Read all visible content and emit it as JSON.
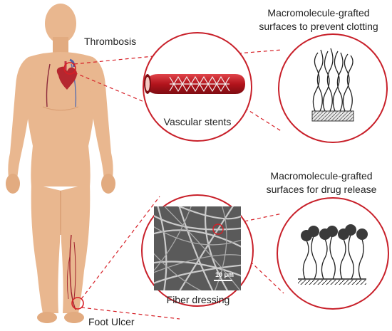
{
  "labels": {
    "thrombosis": "Thrombosis",
    "foot_ulcer": "Foot Ulcer",
    "vascular_stents": "Vascular stents",
    "fiber_dressing": "Fiber dressing",
    "scale_bar": "10 μm",
    "top_title_line1": "Macromolecule-grafted",
    "top_title_line2": "surfaces to prevent clotting",
    "bottom_title_line1": "Macromolecule-grafted",
    "bottom_title_line2": "surfaces for drug release"
  },
  "colors": {
    "accent_red": "#d61f26",
    "ring_red": "#c8202a",
    "skin": "#e9b78f",
    "skin_shadow": "#d99d72",
    "stent_red": "#b3141c",
    "blob": "#3a3a3a"
  },
  "icons": {
    "body": "human-body-icon",
    "heart": "heart-icon",
    "stent": "stent-icon",
    "brush": "polymer-brush-icon",
    "drug": "drug-conjugate-icon"
  }
}
